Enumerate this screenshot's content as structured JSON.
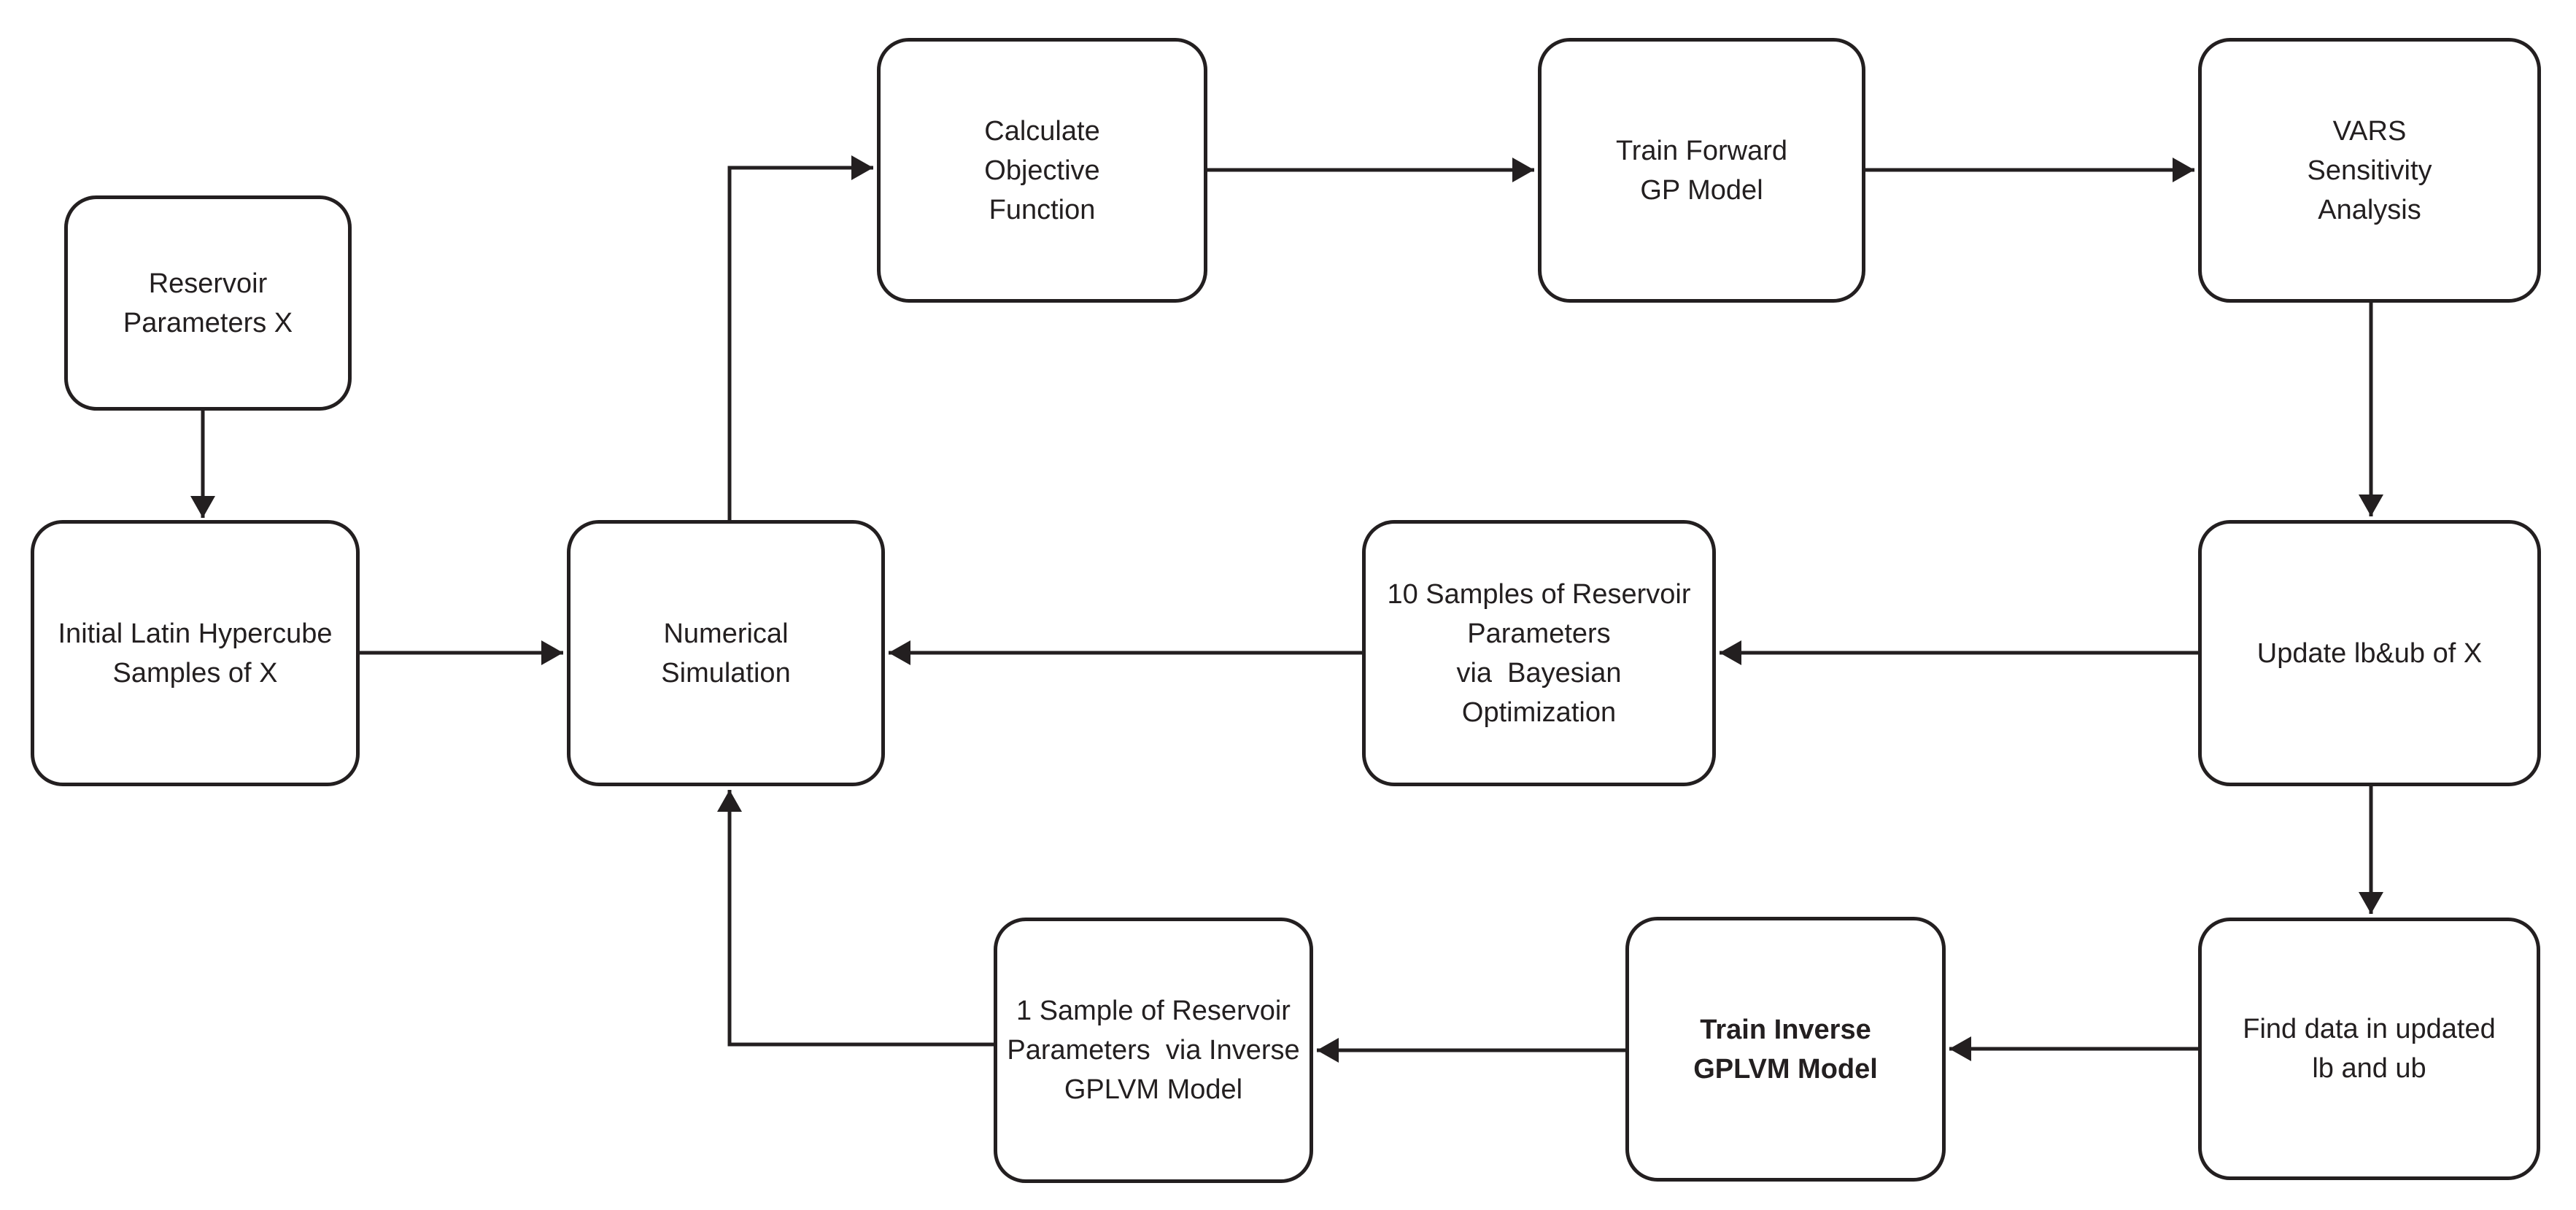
{
  "diagram": {
    "title": "Reservoir history-matching workflow flowchart",
    "background_color": "#ffffff",
    "line_color": "#231f20",
    "nodes": {
      "reservoir_parameters": {
        "label": "Reservoir\nParameters X",
        "bold": false
      },
      "initial_lhs": {
        "label": "Initial Latin Hypercube\nSamples of X",
        "bold": false
      },
      "calculate_objective": {
        "label": "Calculate\nObjective\nFunction",
        "bold": false
      },
      "train_forward_gp": {
        "label": "Train Forward\nGP Model",
        "bold": false
      },
      "vars_sensitivity": {
        "label": "VARS\nSensitivity\nAnalysis",
        "bold": false
      },
      "numerical_simulation": {
        "label": "Numerical\nSimulation",
        "bold": false
      },
      "ten_samples_bo": {
        "label": "10 Samples of Reservoir\nParameters\nvia  Bayesian\nOptimization",
        "bold": false
      },
      "update_bounds": {
        "label": "Update lb&ub of X",
        "bold": false
      },
      "one_sample_gplvm": {
        "label": "1 Sample of Reservoir\nParameters  via Inverse\nGPLVM Model",
        "bold": false
      },
      "train_inverse_gplvm": {
        "label": "Train Inverse\nGPLVM Model",
        "bold": true
      },
      "find_data_bounds": {
        "label": "Find data in updated\nlb and ub",
        "bold": false
      }
    },
    "edges": [
      {
        "from": "reservoir_parameters",
        "to": "initial_lhs"
      },
      {
        "from": "initial_lhs",
        "to": "numerical_simulation"
      },
      {
        "from": "numerical_simulation",
        "to": "calculate_objective"
      },
      {
        "from": "calculate_objective",
        "to": "train_forward_gp"
      },
      {
        "from": "train_forward_gp",
        "to": "vars_sensitivity"
      },
      {
        "from": "vars_sensitivity",
        "to": "update_bounds"
      },
      {
        "from": "update_bounds",
        "to": "ten_samples_bo"
      },
      {
        "from": "ten_samples_bo",
        "to": "numerical_simulation"
      },
      {
        "from": "update_bounds",
        "to": "find_data_bounds"
      },
      {
        "from": "find_data_bounds",
        "to": "train_inverse_gplvm"
      },
      {
        "from": "train_inverse_gplvm",
        "to": "one_sample_gplvm"
      },
      {
        "from": "one_sample_gplvm",
        "to": "numerical_simulation"
      }
    ]
  }
}
